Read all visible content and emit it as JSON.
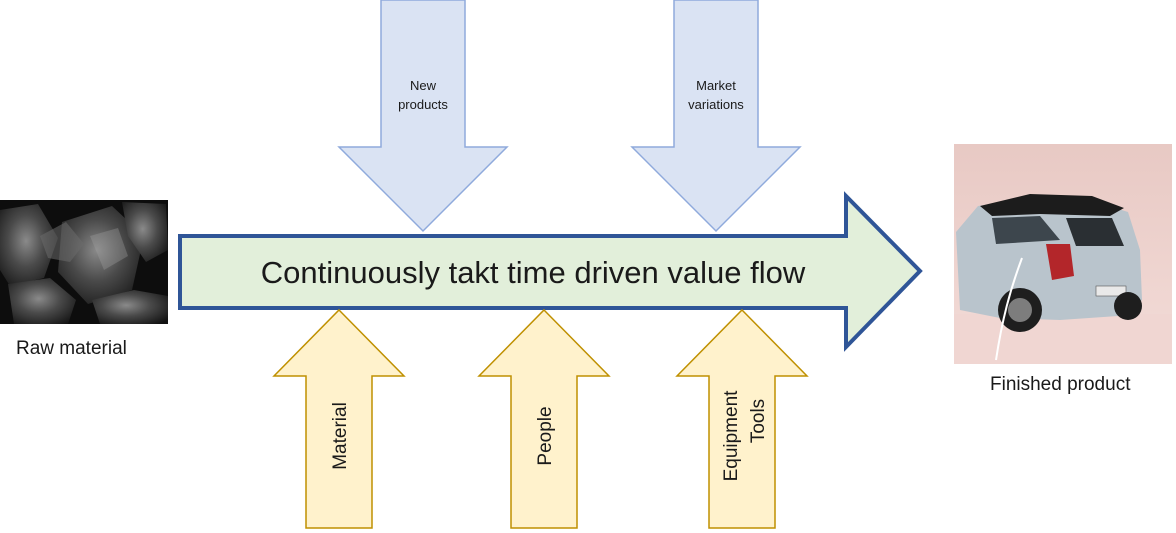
{
  "main_flow": {
    "label": "Continuously takt time driven value flow"
  },
  "top_inputs": [
    {
      "line1": "New",
      "line2": "products"
    },
    {
      "line1": "Market",
      "line2": "variations"
    }
  ],
  "bottom_inputs": [
    {
      "line1": "Material",
      "line2": ""
    },
    {
      "line1": "People",
      "line2": ""
    },
    {
      "line1": "Equipment",
      "line2": "Tools"
    }
  ],
  "raw_material": {
    "caption": "Raw material",
    "image": "coal-lumps"
  },
  "finished_product": {
    "caption": "Finished product",
    "image": "electric-suv-charging"
  },
  "colors": {
    "main_fill": "#e2efda",
    "main_stroke": "#2f5597",
    "top_fill": "#dae3f3",
    "top_stroke": "#8faadc",
    "bottom_fill": "#fff2cc",
    "bottom_stroke": "#bf9000"
  }
}
